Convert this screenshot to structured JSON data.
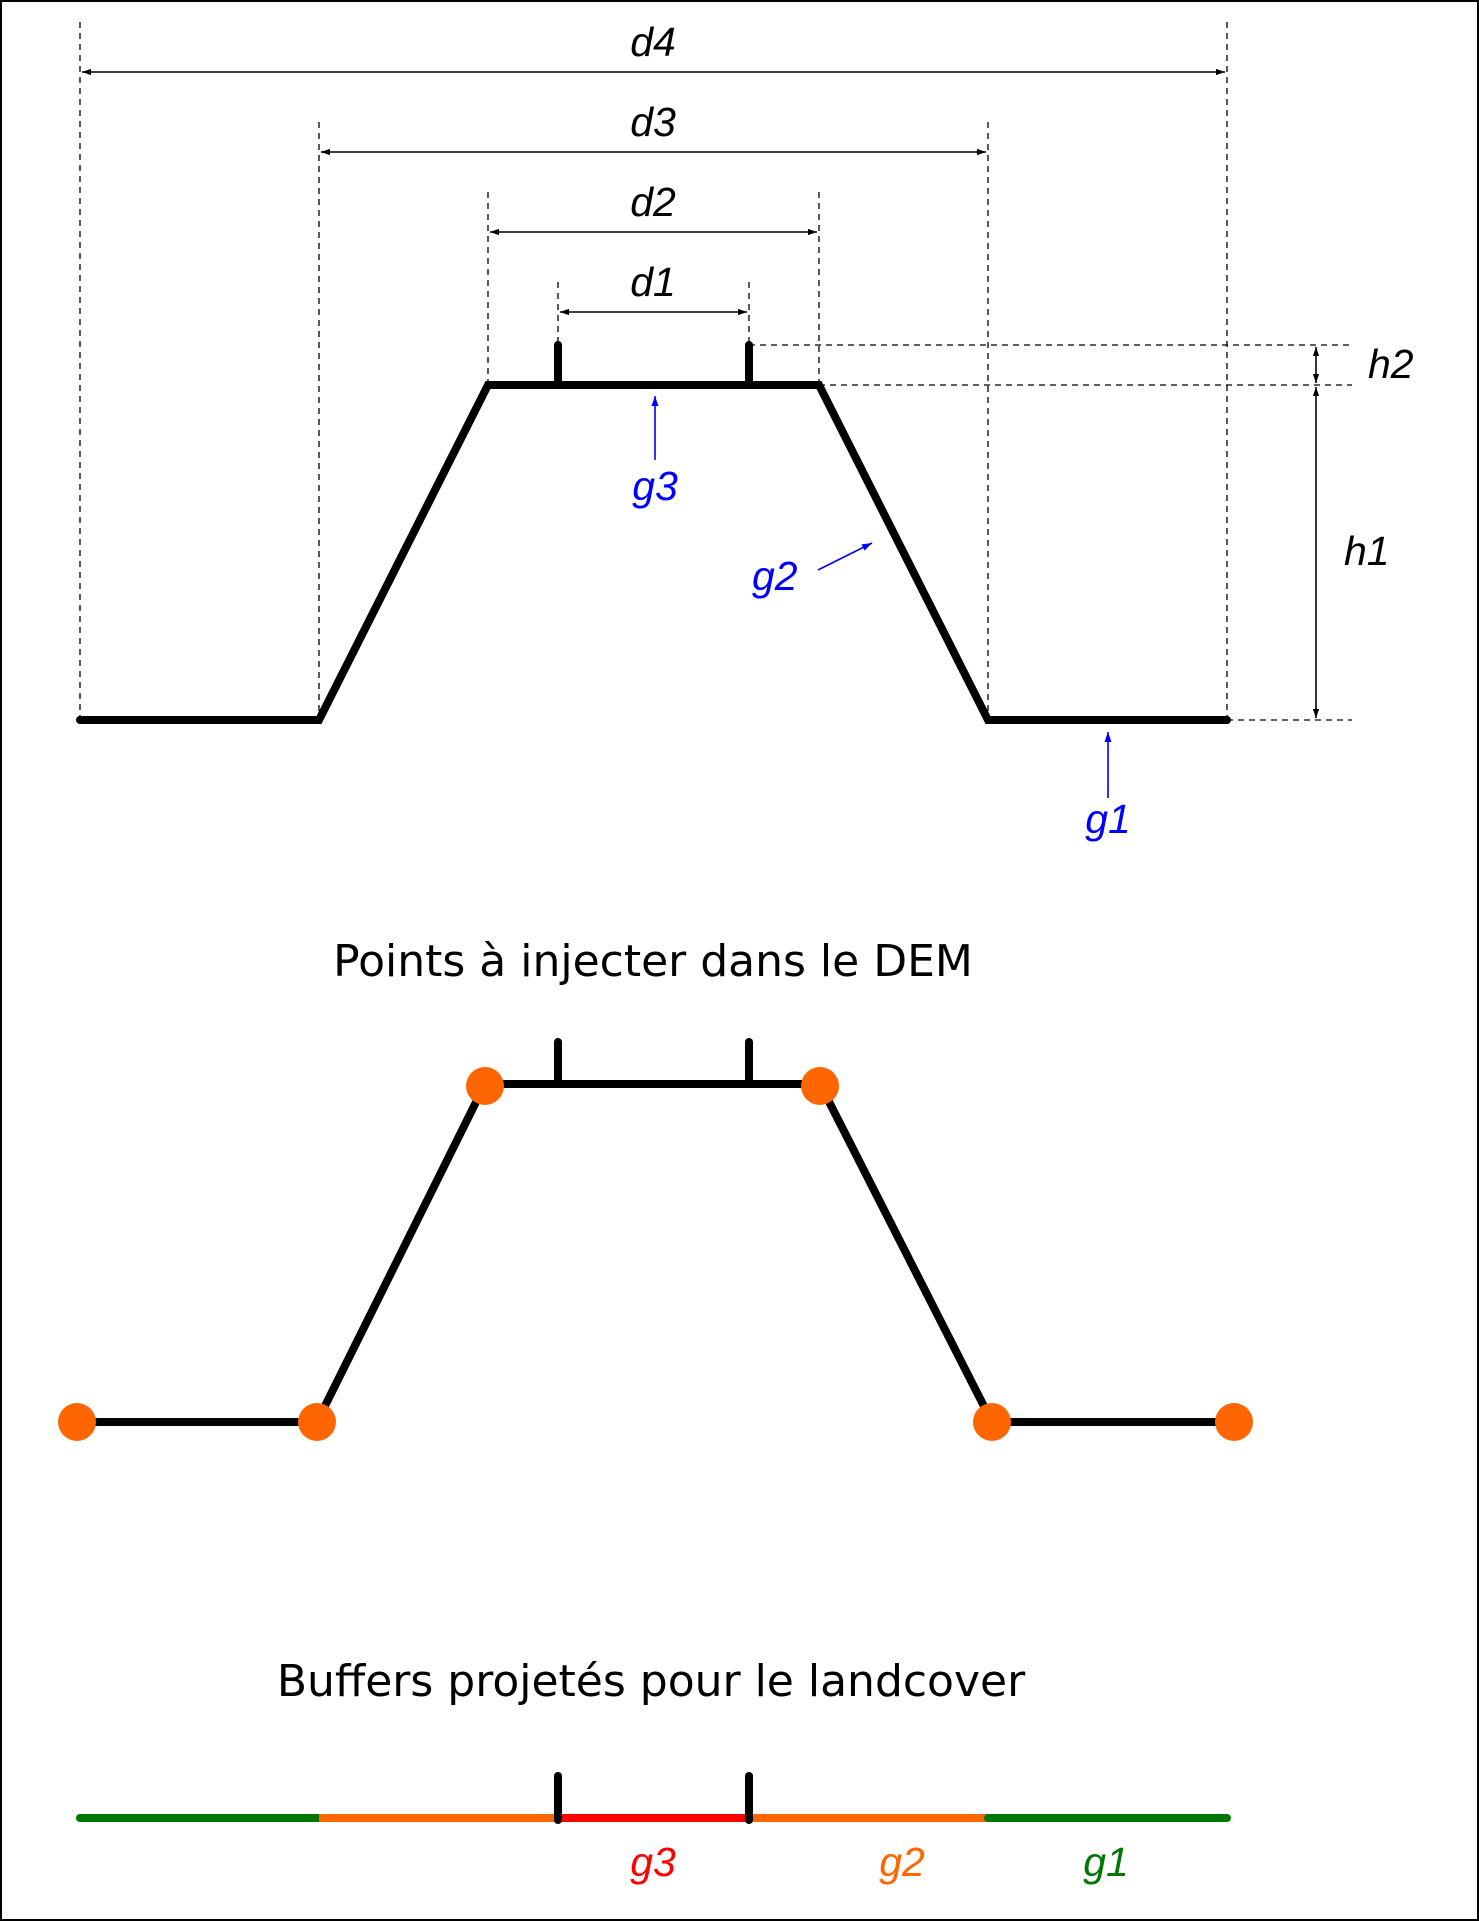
{
  "labels": {
    "d1": "d1",
    "d2": "d2",
    "d3": "d3",
    "d4": "d4",
    "h1": "h1",
    "h2": "h2",
    "g1": "g1",
    "g2": "g2",
    "g3": "g3"
  },
  "titles": {
    "points": "Points à injecter dans le DEM",
    "buffers": "Buffers projetés pour le landcover"
  },
  "colors": {
    "line": "#000000",
    "annotation": "#0000ff",
    "point": "#ff6600",
    "buffer_g1": "#007700",
    "buffer_g2": "#ff6600",
    "buffer_g3": "#ff0000"
  },
  "buffer_labels": {
    "g1": "g1",
    "g2": "g2",
    "g3": "g3"
  }
}
